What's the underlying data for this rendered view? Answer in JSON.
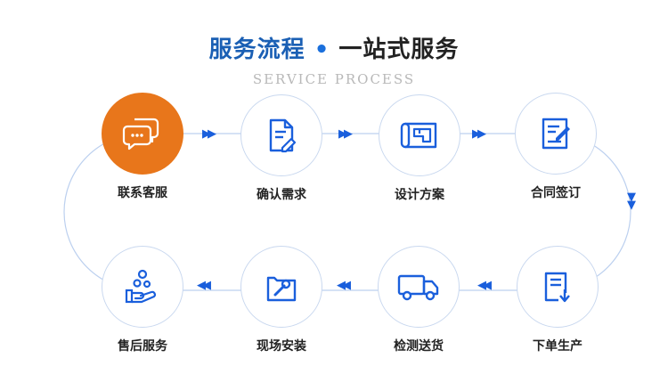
{
  "title": {
    "part1": "服务流程",
    "dot": "•",
    "part2": "一站式服务"
  },
  "subtitle": "SERVICE PROCESS",
  "steps": [
    {
      "label": "联系客服",
      "icon": "chat-bubbles-icon"
    },
    {
      "label": "确认需求",
      "icon": "document-edit-icon"
    },
    {
      "label": "设计方案",
      "icon": "blueprint-icon"
    },
    {
      "label": "合同签订",
      "icon": "contract-sign-icon"
    },
    {
      "label": "下单生产",
      "icon": "order-download-icon"
    },
    {
      "label": "检测送货",
      "icon": "delivery-truck-icon"
    },
    {
      "label": "现场安装",
      "icon": "toolbox-wrench-icon"
    },
    {
      "label": "售后服务",
      "icon": "hand-care-icon"
    }
  ],
  "colors": {
    "accent": "#e8761b",
    "brand_blue": "#1a5fdc",
    "circle_border": "#c9d8ef"
  },
  "arrow_glyphs": {
    "right": "▶▶",
    "left": "◀◀",
    "down": "▼▼"
  }
}
